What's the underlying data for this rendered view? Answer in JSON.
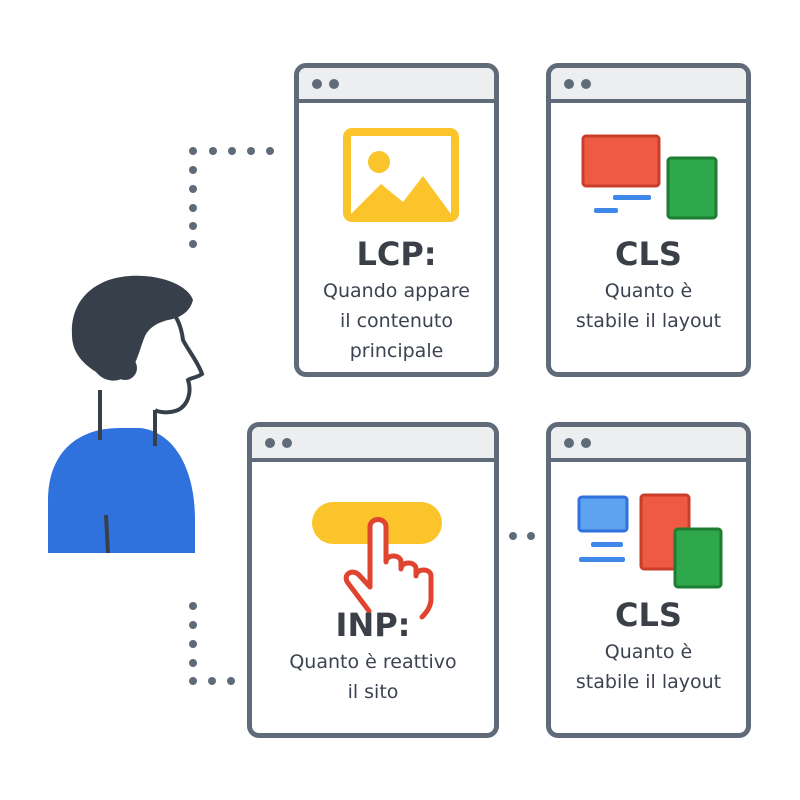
{
  "cards": {
    "lcp": {
      "heading": "LCP:",
      "line1": "Quando appare",
      "line2": "il contenuto",
      "line3": "principale"
    },
    "cls_top": {
      "heading": "CLS",
      "line1": "Quanto è",
      "line2": "stabile il layout"
    },
    "inp": {
      "heading": "INP:",
      "line1": "Quanto è reattivo",
      "line2": "il sito"
    },
    "cls_bottom": {
      "heading": "CLS",
      "line1": "Quanto è",
      "line2": "stabile il layout"
    }
  },
  "icons": {
    "person": "person-icon",
    "lcp": "image-placeholder-icon",
    "cls_top": "layout-shift-icon",
    "inp": "tap-button-icon",
    "cls_bottom": "layout-shift-icon"
  },
  "colors": {
    "frame": "#5f6b78",
    "titlebar": "#eceeef",
    "text": "#3c4350",
    "hair": "#37404a",
    "shirt": "#2f72de",
    "yellow": "#fbc42a",
    "red": "#ee5a43",
    "green": "#2ea84a",
    "blue": "#3f87e8",
    "light_blue": "#5ea3f0"
  }
}
